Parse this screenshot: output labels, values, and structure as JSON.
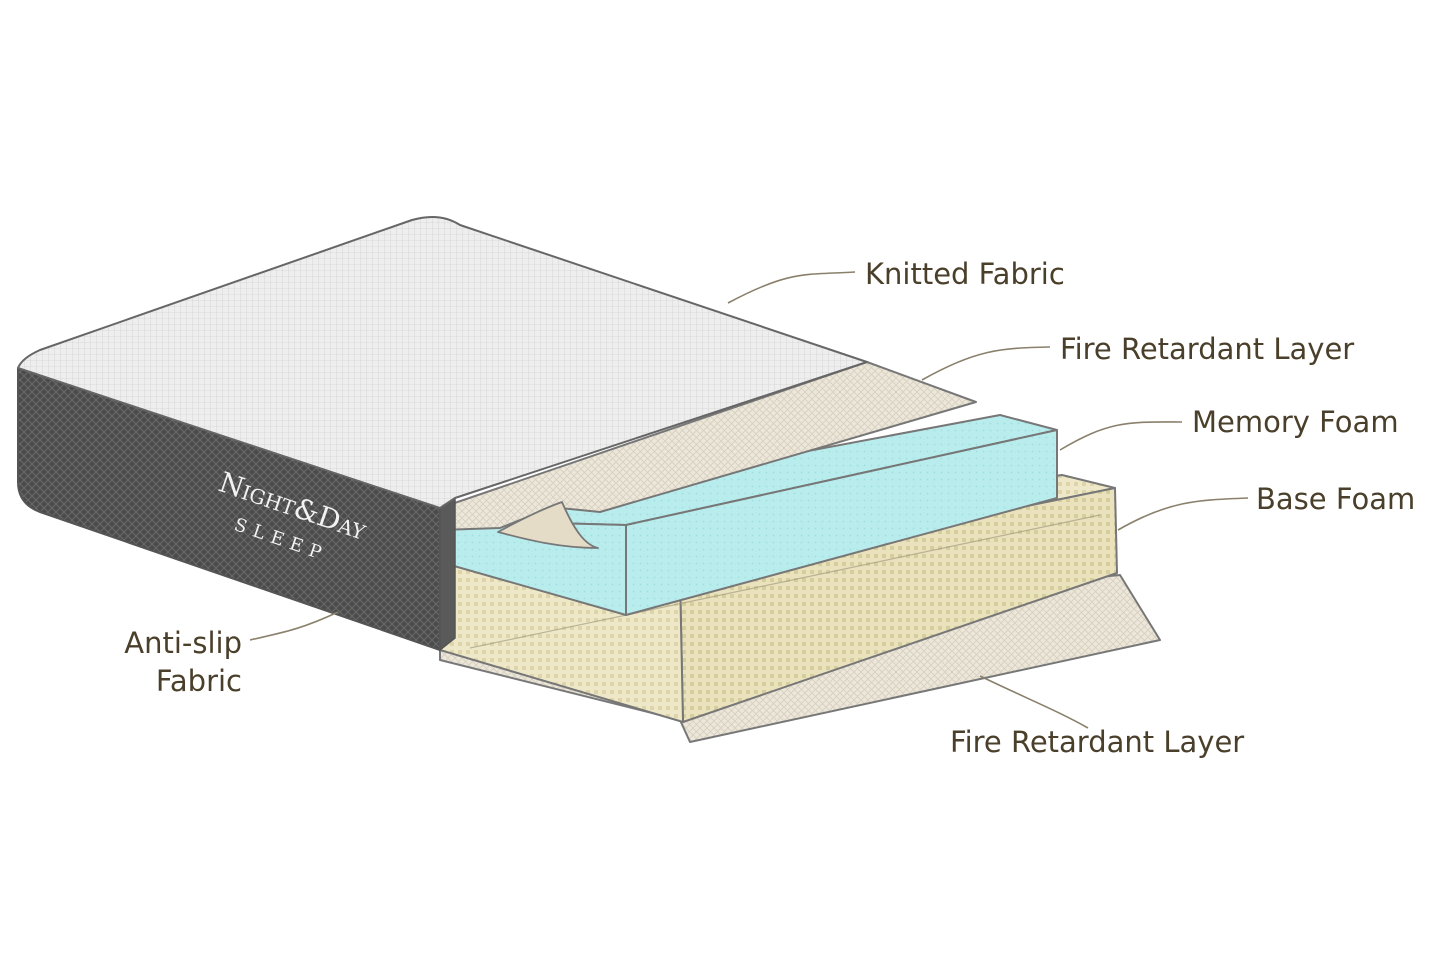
{
  "brand": {
    "line1_initial_n": "N",
    "line1_ight": "IGHT",
    "line1_amp": "&",
    "line1_initial_d": "D",
    "line1_ay": "AY",
    "line2": "SLEEP"
  },
  "labels": {
    "knitted_fabric": "Knitted Fabric",
    "fire_retardant_top": "Fire Retardant Layer",
    "memory_foam": "Memory Foam",
    "base_foam": "Base Foam",
    "anti_slip_line1": "Anti-slip",
    "anti_slip_line2": "Fabric",
    "fire_retardant_bottom": "Fire Retardant Layer"
  },
  "colors": {
    "label_text": "#4a3f2a",
    "leader_line": "#8a806c",
    "side_fabric": "#4a4a4a",
    "top_fabric": "#ededed",
    "fire_retardant": "#ebe6d8",
    "memory_foam": "#b7ecec",
    "base_foam": "#ece6c4"
  }
}
